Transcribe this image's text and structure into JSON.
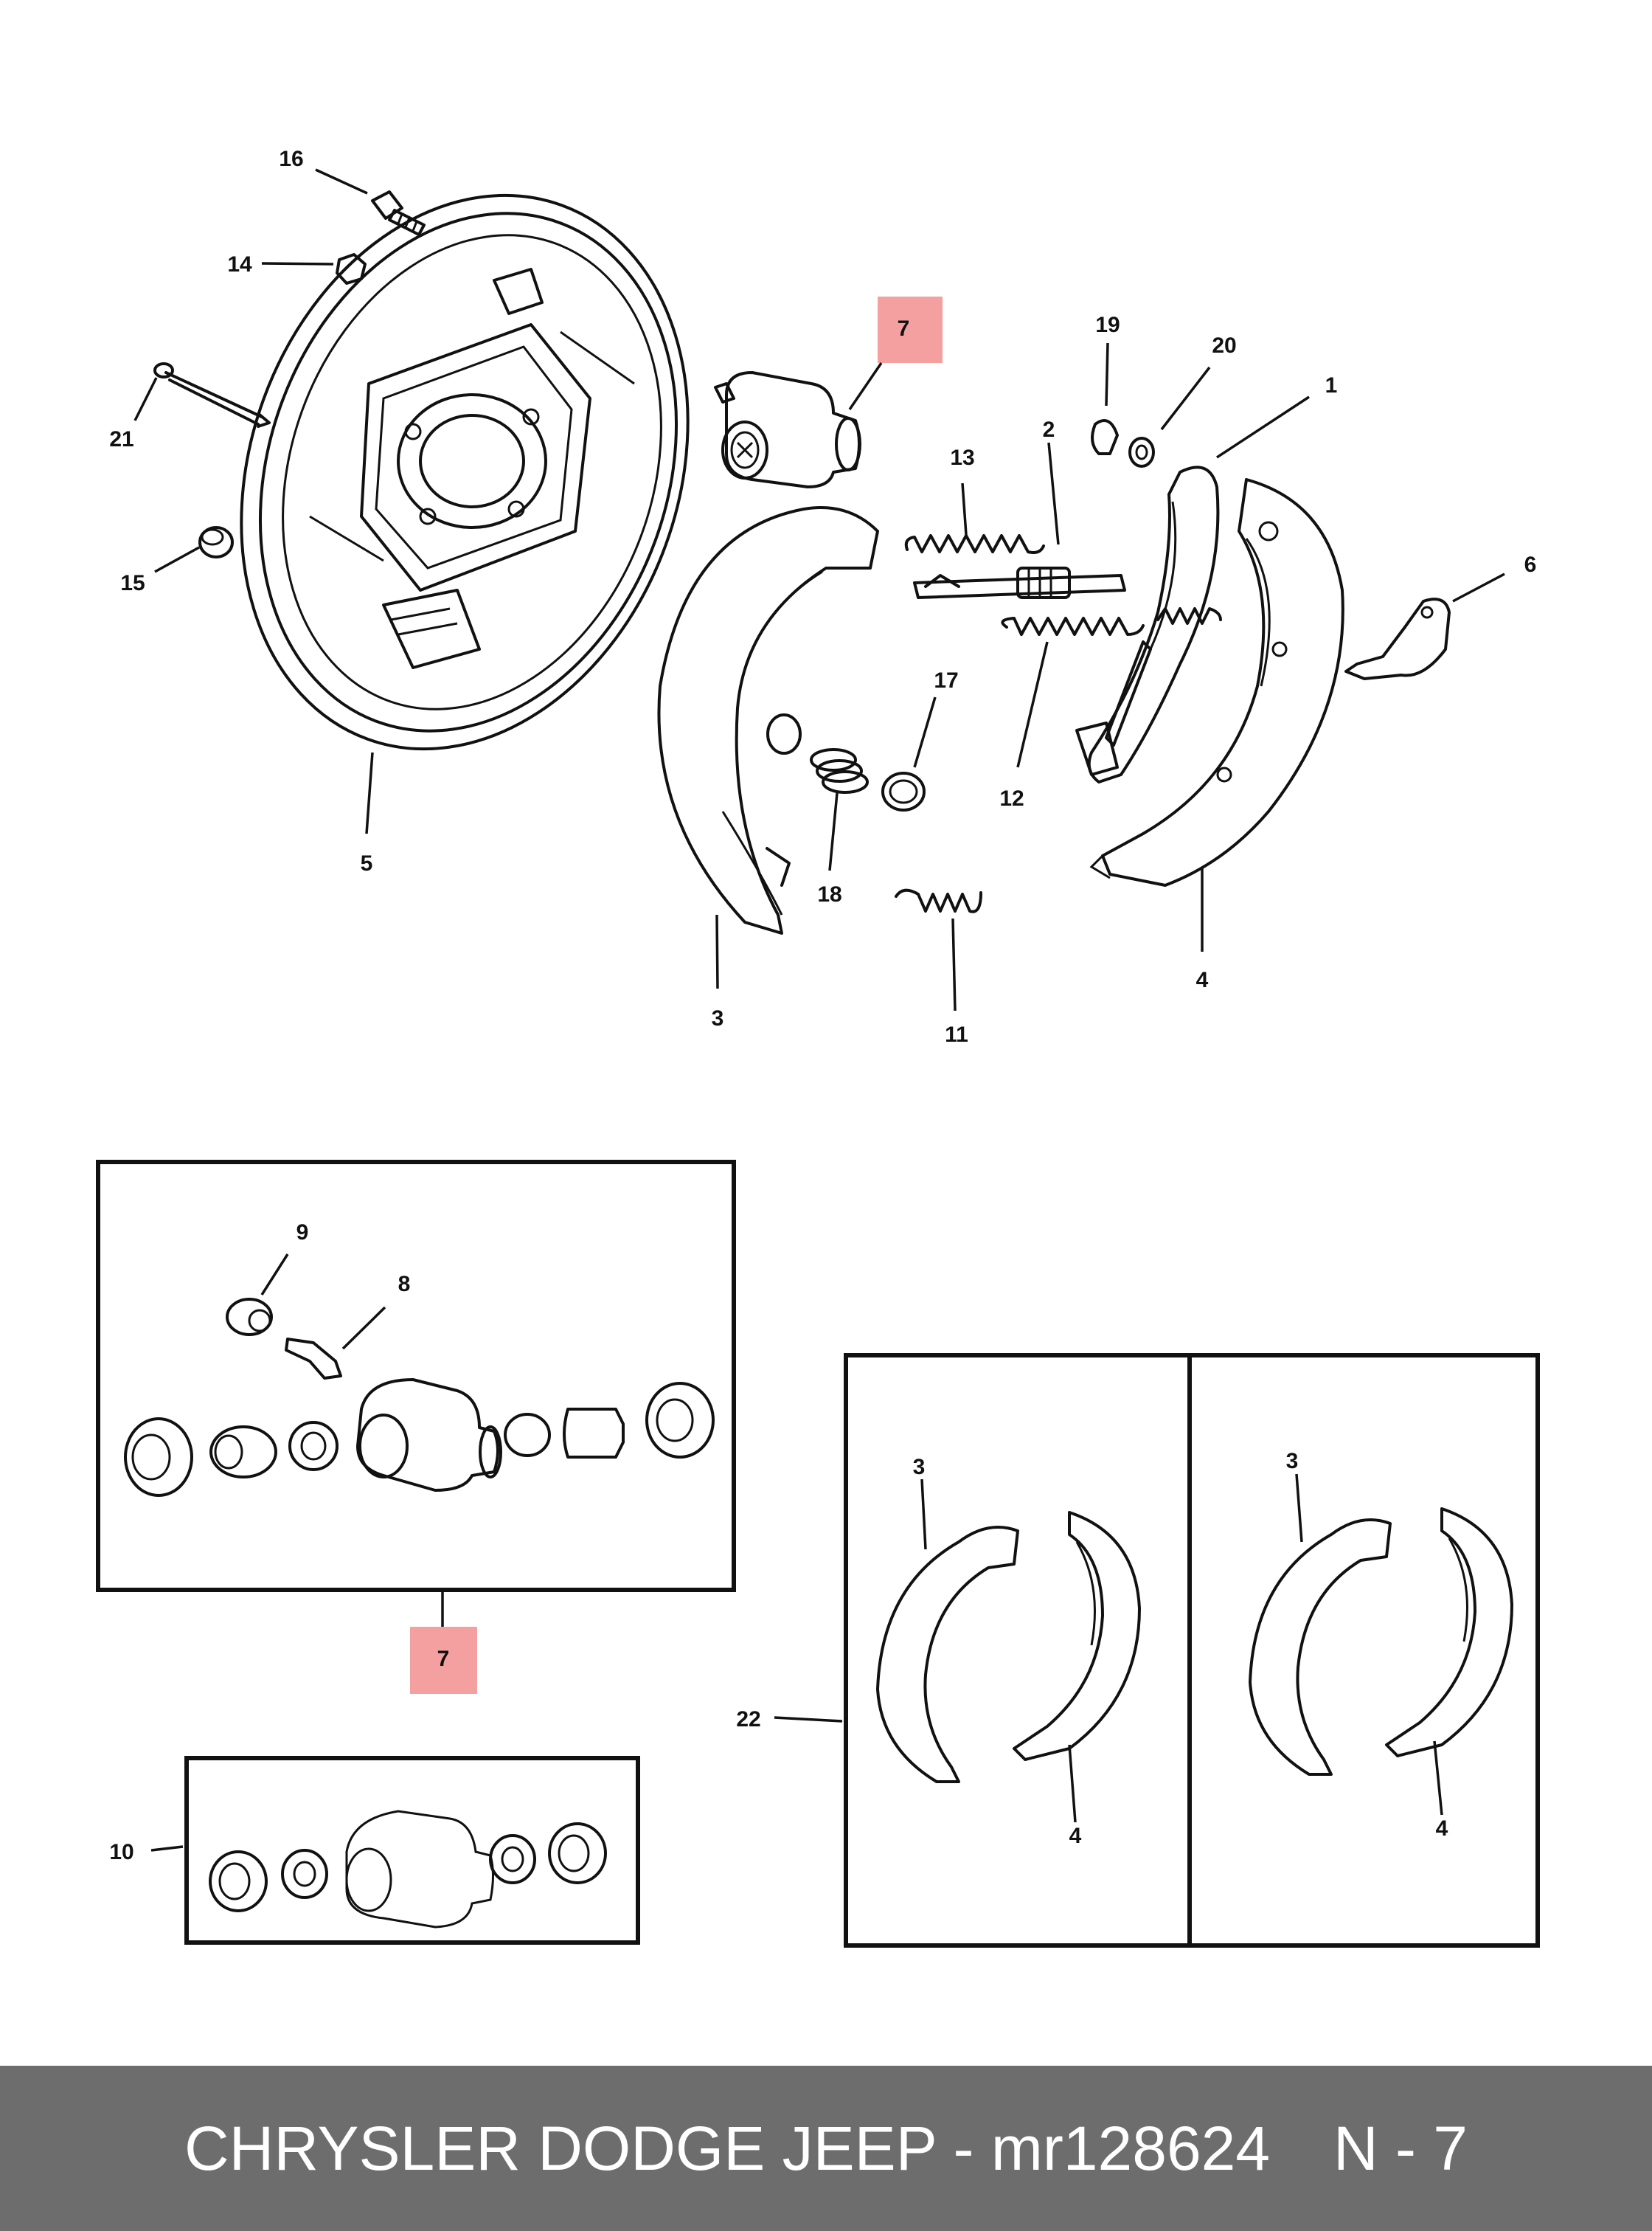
{
  "footer": {
    "title": "CHRYSLER DODGE JEEP - mr128624",
    "page_ref": "N - 7"
  },
  "highlight_color": "#f4a0a0",
  "callouts": {
    "c16": "16",
    "c14": "14",
    "c21": "21",
    "c15": "15",
    "c5": "5",
    "c7a": "7",
    "c13": "13",
    "c2": "2",
    "c19": "19",
    "c20": "20",
    "c1": "1",
    "c6": "6",
    "c17": "17",
    "c18": "18",
    "c12": "12",
    "c3a": "3",
    "c11": "11",
    "c4a": "4",
    "c9": "9",
    "c8": "8",
    "c7b": "7",
    "c10": "10",
    "c22": "22",
    "c3b": "3",
    "c4b": "4",
    "c3c": "3",
    "c4c": "4"
  }
}
